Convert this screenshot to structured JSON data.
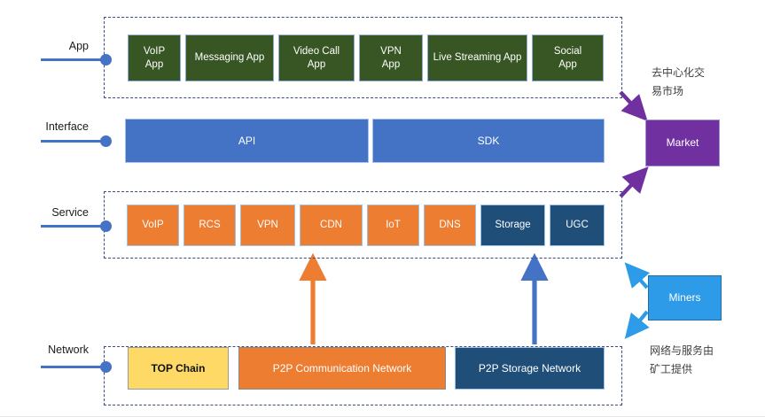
{
  "diagram": {
    "layers": [
      {
        "id": "app",
        "axis_label": "App",
        "blocks": [
          {
            "label": "VoIP\nApp"
          },
          {
            "label": "Messaging App"
          },
          {
            "label": "Video Call\nApp"
          },
          {
            "label": "VPN\nApp"
          },
          {
            "label": "Live Streaming App"
          },
          {
            "label": "Social\nApp"
          }
        ]
      },
      {
        "id": "interface",
        "axis_label": "Interface",
        "blocks": [
          {
            "label": "API"
          },
          {
            "label": "SDK"
          }
        ]
      },
      {
        "id": "service",
        "axis_label": "Service",
        "blocks": [
          {
            "label": "VoIP"
          },
          {
            "label": "RCS"
          },
          {
            "label": "VPN"
          },
          {
            "label": "CDN"
          },
          {
            "label": "IoT"
          },
          {
            "label": "DNS"
          },
          {
            "label": "Storage"
          },
          {
            "label": "UGC"
          }
        ]
      },
      {
        "id": "network",
        "axis_label": "Network",
        "blocks": [
          {
            "label": "TOP Chain"
          },
          {
            "label": "P2P Communication Network"
          },
          {
            "label": "P2P Storage Network"
          }
        ]
      }
    ],
    "side": {
      "market_box": "Market",
      "market_note": "去中心化交\n易市场",
      "miners_box": "Miners",
      "miners_note": "网络与服务由\n矿工提供"
    },
    "colors": {
      "app_green": "#375623",
      "interface_blue": "#4472C4",
      "service_orange": "#ED7D31",
      "service_navy": "#1F4E79",
      "network_yellow": "#FFD966",
      "market_purple": "#7030A0",
      "miners_blue": "#2E9BE8",
      "dashed_border": "#3a4a8c"
    }
  }
}
